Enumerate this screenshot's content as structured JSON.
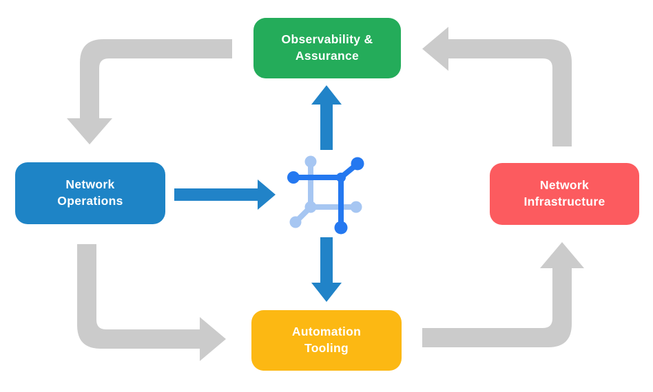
{
  "diagram": {
    "nodes": {
      "observability": {
        "line1": "Observability &",
        "line2": "Assurance",
        "color": "#24AC5A"
      },
      "operations": {
        "line1": "Network",
        "line2": "Operations",
        "color": "#1E84C6"
      },
      "infrastructure": {
        "line1": "Network",
        "line2": "Infrastructure",
        "color": "#FC5B5F"
      },
      "automation": {
        "line1": "Automation",
        "line2": "Tooling",
        "color": "#FCB813"
      }
    },
    "text_color": "#FFFFFF",
    "arrows": {
      "cycle_color": "#CBCBCB",
      "flow_color": "#2183C8",
      "cycle_links": [
        "observability-to-operations",
        "infrastructure-to-observability",
        "operations-to-automation",
        "automation-to-infrastructure"
      ],
      "flow_links": [
        "operations-to-center",
        "center-to-observability",
        "center-to-automation"
      ]
    },
    "center_icon": {
      "name": "network-fabric-icon",
      "dark_color": "#2478F0",
      "light_color": "#A6C6F2"
    }
  }
}
